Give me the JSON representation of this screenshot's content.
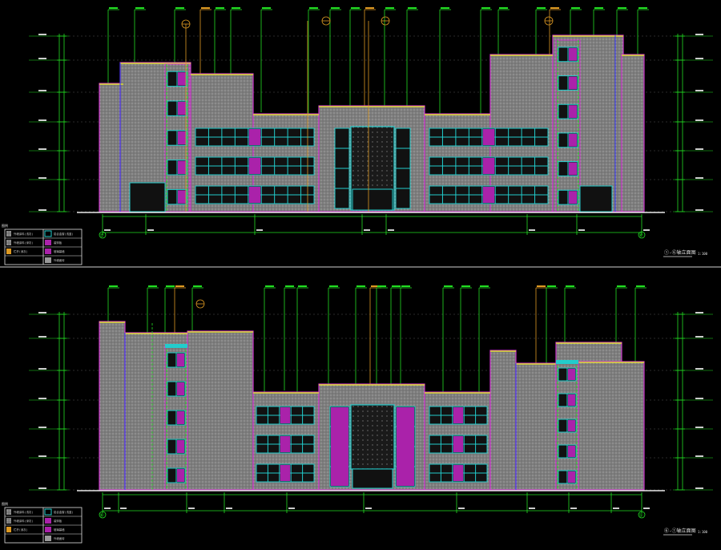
{
  "app": {
    "view": "CAD elevation drawing sheet (dark model space)",
    "colors": {
      "background": "#000000",
      "wall": "#8c8c8c",
      "wall_outline": "#cc33cc",
      "dimension": "#22dd22",
      "glazing": "#22cccc",
      "panel": "#aa22aa",
      "leader_orange": "#dd9922",
      "roof_yellow": "#dddd33",
      "divider": "#cccccc"
    }
  },
  "sheets": [
    {
      "id": "north-elevation",
      "title": "①-⑥轴立面图",
      "scale": "1:100",
      "axis_start": "①",
      "axis_end": "⑥"
    },
    {
      "id": "south-elevation",
      "title": "⑥-①轴立面图",
      "scale": "1:100",
      "axis_start": "⑥",
      "axis_end": "①"
    }
  ],
  "legend": {
    "header": "图例",
    "rows": [
      {
        "swatch": "dotted",
        "label": "外墙涂料(浅灰)",
        "swatch2": "frame",
        "label2": "铝合金窗(浅蓝)"
      },
      {
        "swatch": "dotted",
        "label": "外墙涂料(深灰)",
        "swatch2": "hatch",
        "label2": "装饰板"
      },
      {
        "swatch": "stripe",
        "label": "栏杆(深灰)",
        "swatch2": "panel",
        "label2": "玻璃幕墙"
      },
      {
        "swatch": "none",
        "label": "",
        "swatch2": "grey",
        "label2": "外墙面砖"
      }
    ]
  }
}
